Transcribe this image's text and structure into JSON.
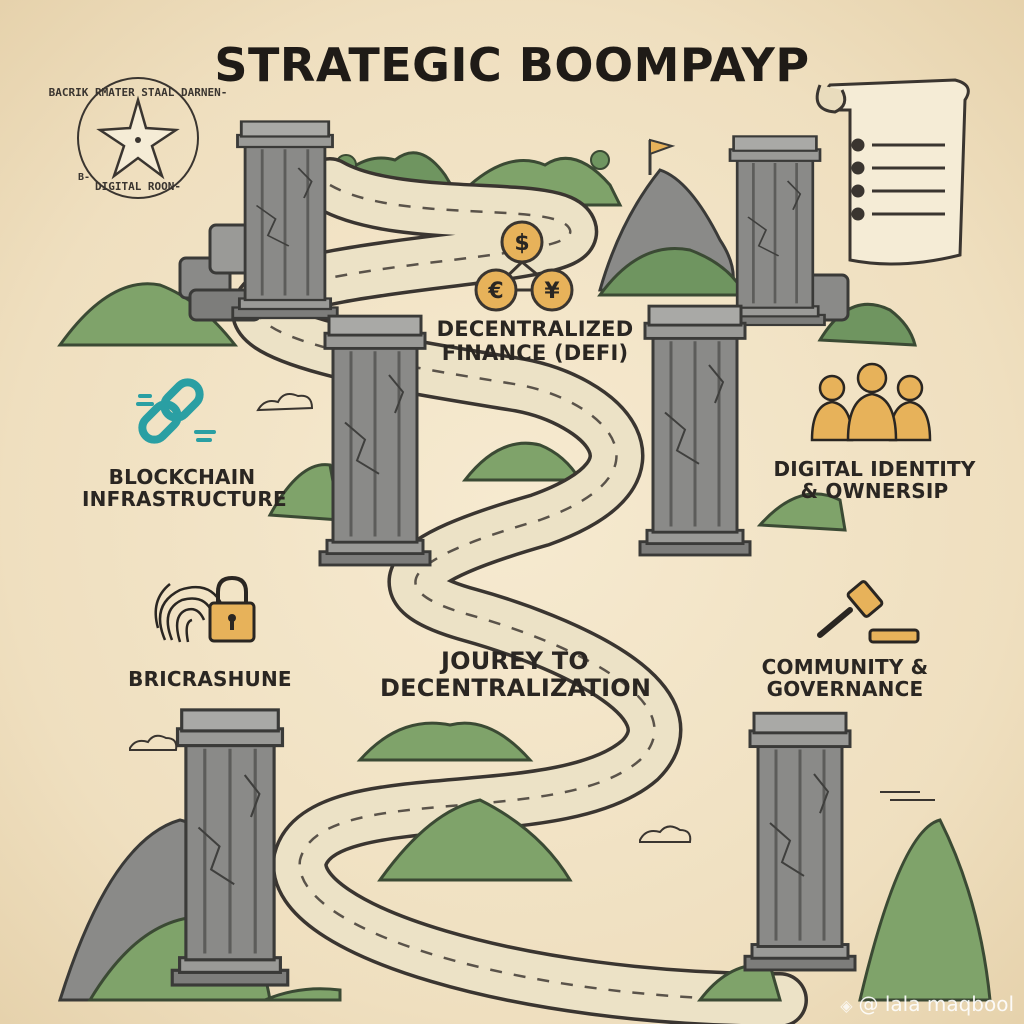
{
  "title": "STRATEGIC BOOMPAYP",
  "stamp": {
    "arc_text": "BACRIK RMATER STAAL DARNEN-",
    "bottom_text": "DIGITAL ROON-",
    "side_text": "B-"
  },
  "milestones": {
    "defi": [
      "DECENTRALIZED",
      "FINANCE (DEFI)"
    ],
    "blockchain": [
      "BLOCKCHAIN",
      "INFRASTRUCTURE"
    ],
    "identity": [
      "DIGITAL IDENTITY",
      "& OWNERSIP"
    ],
    "security": [
      "BRICRASHUNE"
    ],
    "governance": [
      "COMMUNITY &",
      "GOVERNANCE"
    ]
  },
  "road_label": [
    "JOUREY TO",
    "DECENTRALIZATION"
  ],
  "currency_symbols": [
    "$",
    "€",
    "¥"
  ],
  "watermark": "@ lala maqbool",
  "icons": [
    "compass-star-icon",
    "scroll-icon",
    "coins-icon",
    "chain-link-icon",
    "fingerprint-icon",
    "padlock-icon",
    "people-icon",
    "gavel-icon",
    "flag-icon"
  ],
  "colors": {
    "parchment": "#f1e3c5",
    "stone": "#8a8a88",
    "stone_dark": "#5c5c5a",
    "hill_green": "#7fa36a",
    "road": "#ece2c6",
    "accent_gold": "#e7b25a",
    "accent_teal": "#2a9fa3",
    "ink": "#2a2622"
  }
}
